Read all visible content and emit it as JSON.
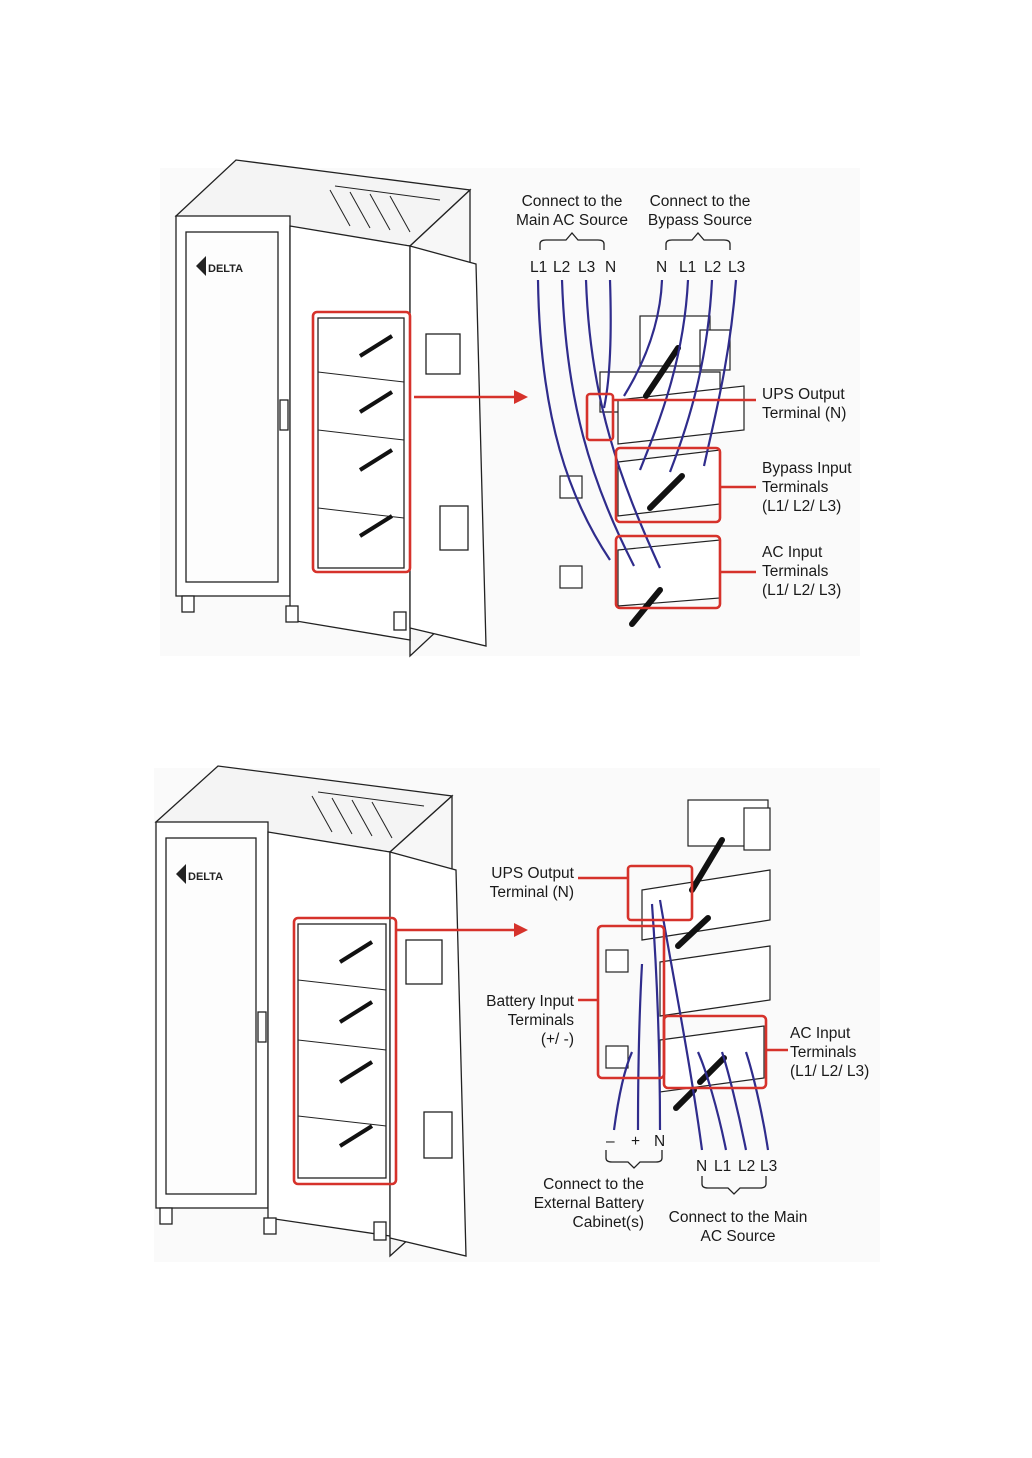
{
  "diagram1": {
    "brand": "DELTA",
    "main_source_label": "Connect to the\nMain AC Source",
    "bypass_source_label": "Connect to the\nBypass Source",
    "main_phases": [
      "L1",
      "L2",
      "L3",
      "N"
    ],
    "bypass_phases": [
      "N",
      "L1",
      "L2",
      "L3"
    ],
    "ups_output_label": "UPS Output\nTerminal (N)",
    "bypass_input_label": "Bypass Input\nTerminals\n(L1/ L2/ L3)",
    "ac_input_label": "AC Input\nTerminals\n(L1/ L2/ L3)"
  },
  "diagram2": {
    "brand": "DELTA",
    "ups_output_label": "UPS Output\nTerminal (N)",
    "battery_input_label": "Battery Input\nTerminals\n(+/ -)",
    "ac_input_label": "AC Input\nTerminals\n(L1/ L2/ L3)",
    "battery_terminals": [
      "–",
      "+",
      "N"
    ],
    "main_phases": [
      "N",
      "L1",
      "L2",
      "L3"
    ],
    "battery_cabinet_label": "Connect to the\nExternal Battery\nCabinet(s)",
    "main_source_label": "Connect to the Main\nAC Source"
  },
  "colors": {
    "callout": "#d6322b",
    "cable": "#2f2c8c",
    "outline": "#222222"
  }
}
